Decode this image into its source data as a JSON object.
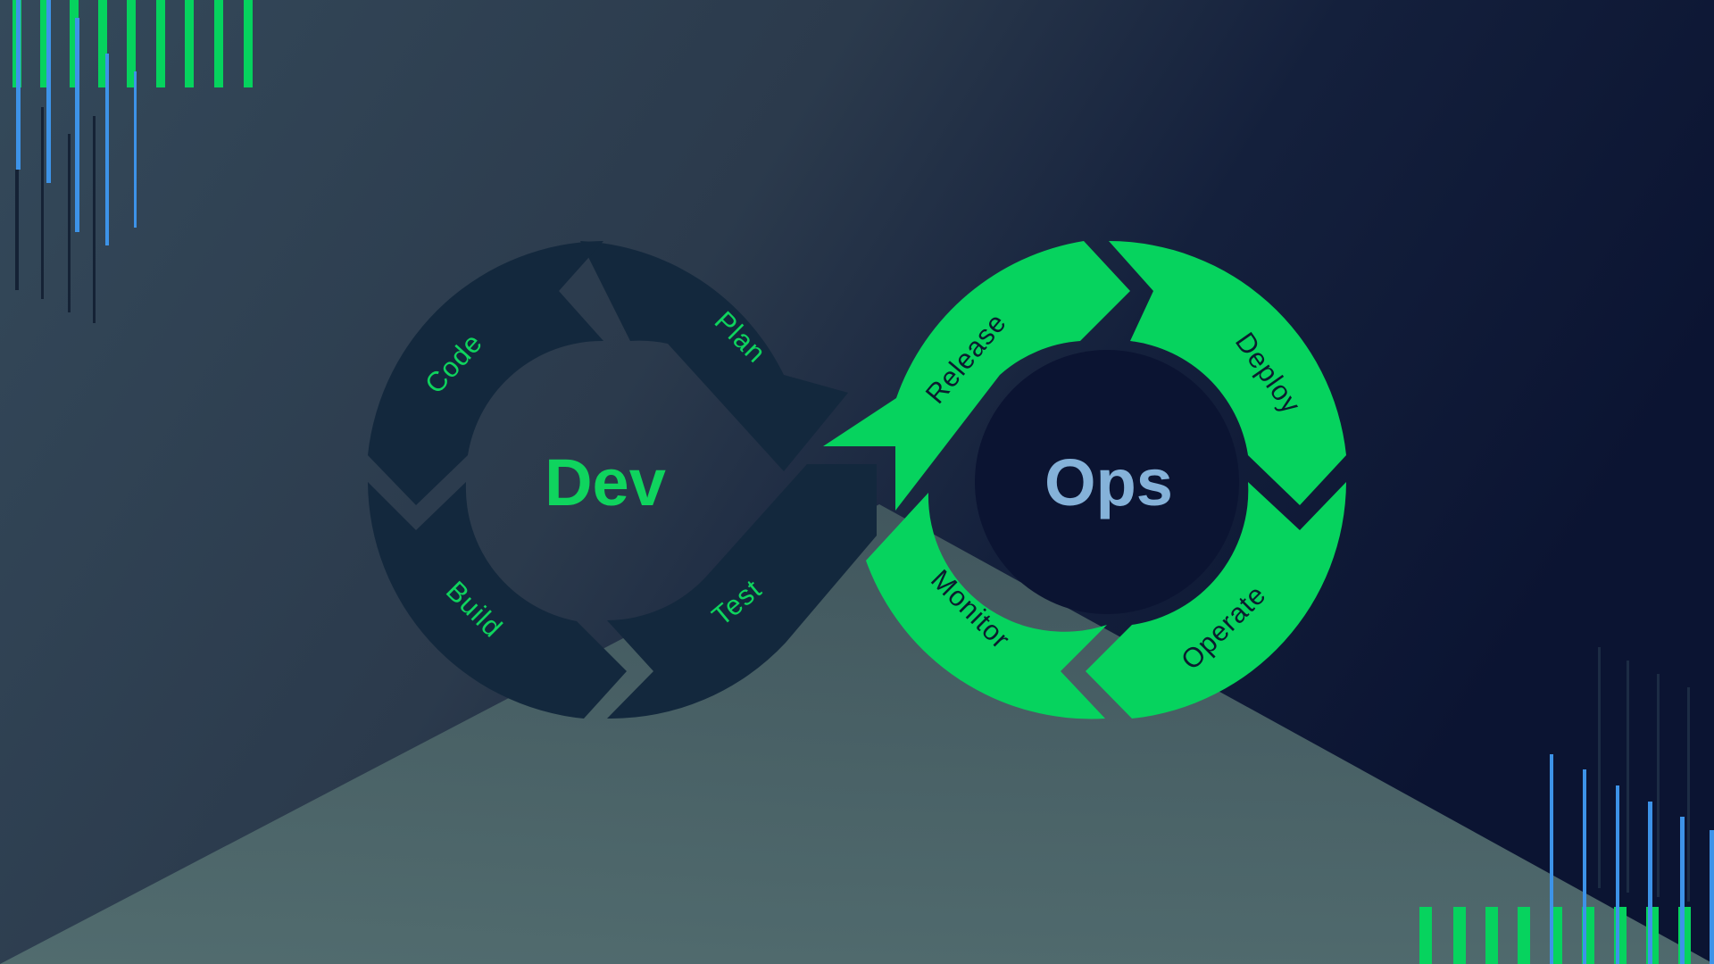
{
  "colors": {
    "bg_left": "#34495a",
    "bg_right": "#0c1533",
    "bg_triangle": "#4f6a6c",
    "dev_ring": "#13283d",
    "dev_text": "#0fd45e",
    "ops_ring": "#06d35e",
    "ops_text": "#0a1c2e",
    "ops_center": "#85b2d9",
    "bar_green": "#06d35e",
    "bar_blue": "#3d93e8"
  },
  "dev": {
    "title": "Dev",
    "segments": [
      "Plan",
      "Code",
      "Build",
      "Test"
    ]
  },
  "ops": {
    "title": "Ops",
    "segments": [
      "Release",
      "Deploy",
      "Operate",
      "Monitor"
    ]
  }
}
